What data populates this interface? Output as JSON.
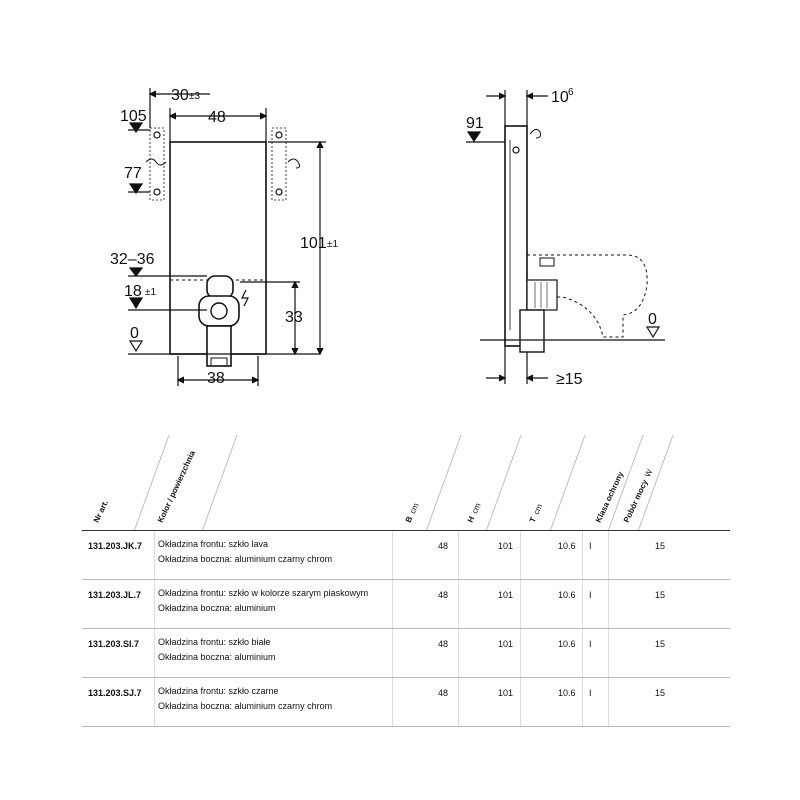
{
  "drawing": {
    "front": {
      "d_30": "30",
      "d_30_tol": "±3",
      "d_48": "48",
      "d_105": "105",
      "d_77": "77",
      "d_101": "101",
      "d_101_tol": "±1",
      "d_32_36": "32–36",
      "d_18": "18",
      "d_18_tol": "±1",
      "d_33": "33",
      "d_0": "0",
      "d_38": "38"
    },
    "side": {
      "d_10": "10",
      "d_10_sup": "6",
      "d_91": "91",
      "d_0": "0",
      "d_ge15": "≥15"
    }
  },
  "table": {
    "headers": [
      {
        "label": "Nr art.",
        "unit": ""
      },
      {
        "label": "Kolor / powierzchnia",
        "unit": ""
      },
      {
        "label": "B",
        "unit": "cm"
      },
      {
        "label": "H",
        "unit": "cm"
      },
      {
        "label": "T",
        "unit": "cm"
      },
      {
        "label": "Klasa ochrony",
        "unit": ""
      },
      {
        "label": "Pobór mocy",
        "unit": "W"
      }
    ],
    "rows": [
      {
        "nr": "131.203.JK.7",
        "line1": "Okładzina frontu: szkło lava",
        "line2": "Okładzina boczna: aluminium czarny chrom",
        "b": "48",
        "h": "101",
        "t": "10.6",
        "k": "I",
        "w": "15"
      },
      {
        "nr": "131.203.JL.7",
        "line1": "Okładzina frontu: szkło w kolorze szarym piaskowym",
        "line2": "Okładzina boczna: aluminium",
        "b": "48",
        "h": "101",
        "t": "10.6",
        "k": "I",
        "w": "15"
      },
      {
        "nr": "131.203.SI.7",
        "line1": "Okładzina frontu: szkło białe",
        "line2": "Okładzina boczna: aluminium",
        "b": "48",
        "h": "101",
        "t": "10.6",
        "k": "I",
        "w": "15"
      },
      {
        "nr": "131.203.SJ.7",
        "line1": "Okładzina frontu: szkło czarne",
        "line2": "Okładzina boczna: aluminium czarny chrom",
        "b": "48",
        "h": "101",
        "t": "10.6",
        "k": "I",
        "w": "15"
      }
    ]
  }
}
